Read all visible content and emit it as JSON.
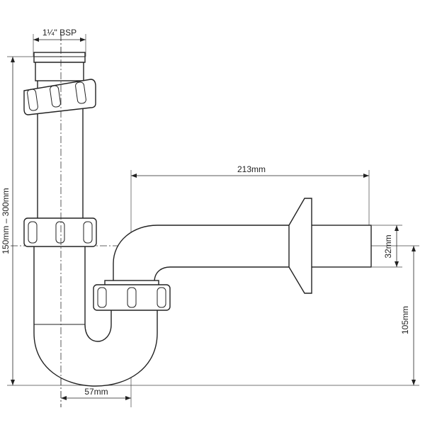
{
  "dimensions": {
    "inlet_thread": "1¼\" BSP",
    "height_range": "150mm – 300mm",
    "outlet_length": "213mm",
    "outlet_diameter": "32mm",
    "outlet_height": "105mm",
    "trap_offset": "57mm"
  }
}
